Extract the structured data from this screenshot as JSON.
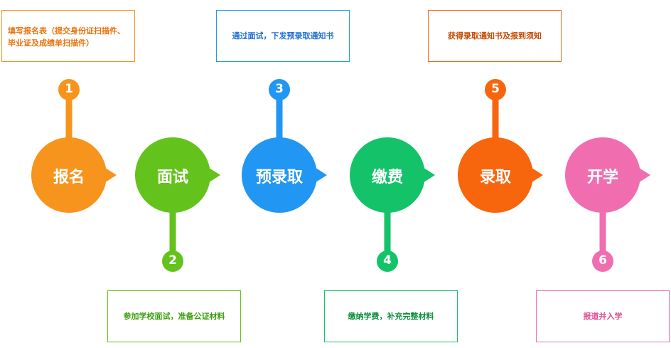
{
  "colors": {
    "orange": "#f7941e",
    "green": "#63c31c",
    "blue": "#2196f3",
    "teal": "#14c26a",
    "orange_red": "#f7660d",
    "pink": "#f06eb0",
    "box_text_orange": "#e8730c",
    "box_text_blue": "#1f6fd6",
    "box_text_dark_orange": "#c44a00",
    "box_text_green": "#3b9e0f",
    "box_text_dark_green": "#0e8e3a",
    "box_text_pink": "#e04c92"
  },
  "steps": [
    {
      "num": "1",
      "label": "报名",
      "note": "填写报名表（提交身份证扫描件、毕业证及成绩单扫描件）",
      "note_lines": [
        "填写报名表（提交身份证扫描件、",
        "毕业证及成绩单扫描件）"
      ],
      "color": "#f7941e",
      "text_color": "#e8730c",
      "position": "top"
    },
    {
      "num": "2",
      "label": "面试",
      "note": "参加学校面试，准备公证材料",
      "note_lines": [
        "参加学校面试，准备公证材料"
      ],
      "color": "#63c31c",
      "text_color": "#3b9e0f",
      "position": "bottom"
    },
    {
      "num": "3",
      "label": "预录取",
      "note": "通过面试，下发预录取通知书",
      "note_lines": [
        "通过面试，下发预录取通知书"
      ],
      "color": "#2196f3",
      "text_color": "#1f6fd6",
      "position": "top"
    },
    {
      "num": "4",
      "label": "缴费",
      "note": "缴纳学费，补充完整材料",
      "note_lines": [
        "缴纳学费，补充完整材料"
      ],
      "color": "#14c26a",
      "text_color": "#0e8e3a",
      "position": "bottom"
    },
    {
      "num": "5",
      "label": "录取",
      "note": "获得录取通知书及报到须知",
      "note_lines": [
        "获得录取通知书及报到须知"
      ],
      "color": "#f7660d",
      "text_color": "#c44a00",
      "position": "top"
    },
    {
      "num": "6",
      "label": "开学",
      "note": "报道并入学",
      "note_lines": [
        "报道并入学"
      ],
      "color": "#f06eb0",
      "text_color": "#e04c92",
      "position": "bottom"
    }
  ]
}
